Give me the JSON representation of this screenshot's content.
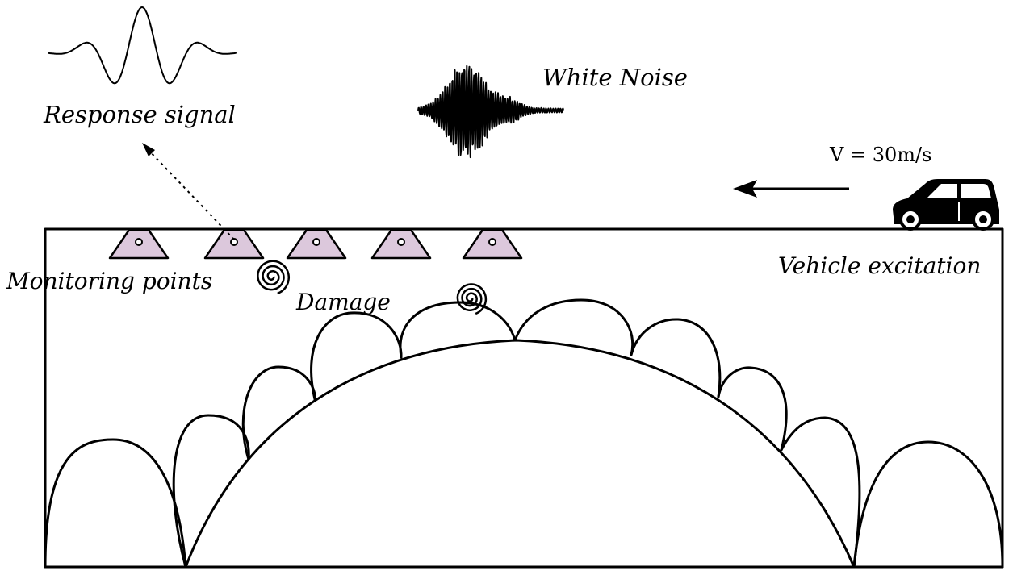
{
  "labels": {
    "response_signal": "Response signal",
    "white_noise": "White Noise",
    "velocity": "V = 30m/s",
    "vehicle_excitation": "Vehicle excitation",
    "monitoring_points": "Monitoring points",
    "damage": "Damage"
  },
  "colors": {
    "sensor_fill": "#dcc8dc",
    "line": "#000000",
    "background": "#ffffff"
  },
  "icons": {
    "vehicle": "car-icon",
    "direction": "arrow-left-icon",
    "damage": "spiral-icon",
    "sensor": "sensor-icon"
  },
  "monitoring_point_count": 5,
  "damage_count": 2
}
